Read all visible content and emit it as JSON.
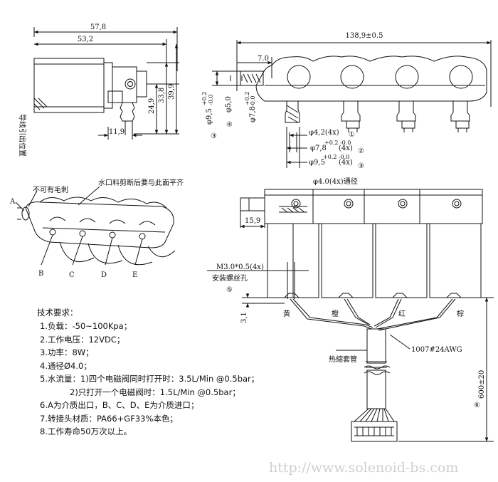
{
  "top_left": {
    "dim_overall_width": "57,8",
    "dim_body_width": "53,2",
    "dim_height_1": "24,9",
    "dim_height_2": "33,8",
    "dim_height_3": "39,9",
    "dim_port_width": "11,9",
    "vertical_label": "导线引出位置"
  },
  "top_right": {
    "dim_total_length": "138,9±0.5",
    "dim_offset": "7.0",
    "dim_inlet_dia_a": "φ9,5",
    "dim_inlet_dia_a_tol_upper": "+0.2",
    "dim_inlet_dia_a_tol_lower": "-0.0",
    "dim_port_dia": "φ5,0",
    "dim_barb_dia_a": "φ7,8",
    "dim_barb_dia_a_tol_upper": "+0.2",
    "dim_barb_dia_a_tol_lower": "-0.0",
    "dim_outlet_hole": "φ4,2(4x)",
    "dim_outlet_barb": "φ7,8",
    "dim_outlet_barb_tol": "+0.2 -0.0",
    "dim_outlet_barb_count": "(4x)",
    "dim_outlet_outer": "φ9,5",
    "dim_outlet_outer_tol": "+0.2 -0.0",
    "dim_outlet_outer_count": "(4x)",
    "callouts": [
      "①",
      "②",
      "③",
      "③",
      "④"
    ]
  },
  "mid_left": {
    "label_no_burr": "不可有毛刺",
    "label_gate": "水口料剪断后要与此面平齐",
    "port_a": "A",
    "port_b": "B",
    "port_c": "C",
    "port_d": "D",
    "port_e": "E"
  },
  "mid_right": {
    "dim_through_hole": "φ4.0(4x)通径",
    "dim_inlet_length": "15,9",
    "dim_screw": "M3.0*0.5(4x)",
    "label_screw": "安装螺丝孔",
    "callout_screw": "⑤",
    "dim_lead_offset": "3,1",
    "wire_colors": [
      "黄",
      "橙",
      "红",
      "棕"
    ],
    "wire_spec": "1007#24AWG",
    "sleeve_label": "热缩套管",
    "dim_lead_length": "600±20",
    "callout_lead": "⑥"
  },
  "requirements": {
    "title": "技术要求：",
    "items": [
      "1.负载：-50~100Kpa；",
      "2.工作电压：12VDC；",
      "3.功率：8W；",
      "4.通径Ø4.0；",
      "5.水流量：1)四个电磁阀同时打开时：3.5L/Min @0.5bar；",
      "2)只打开一个电磁阀时：1.5L/Min @0.5bar；",
      "6.A为介质出口，B、C、D、E为介质进口；",
      "7.转接头材质：PA66+GF33%本色；",
      "8.工作寿命50万次以上。"
    ]
  },
  "watermark": "http://www.solenoid-bs.com"
}
